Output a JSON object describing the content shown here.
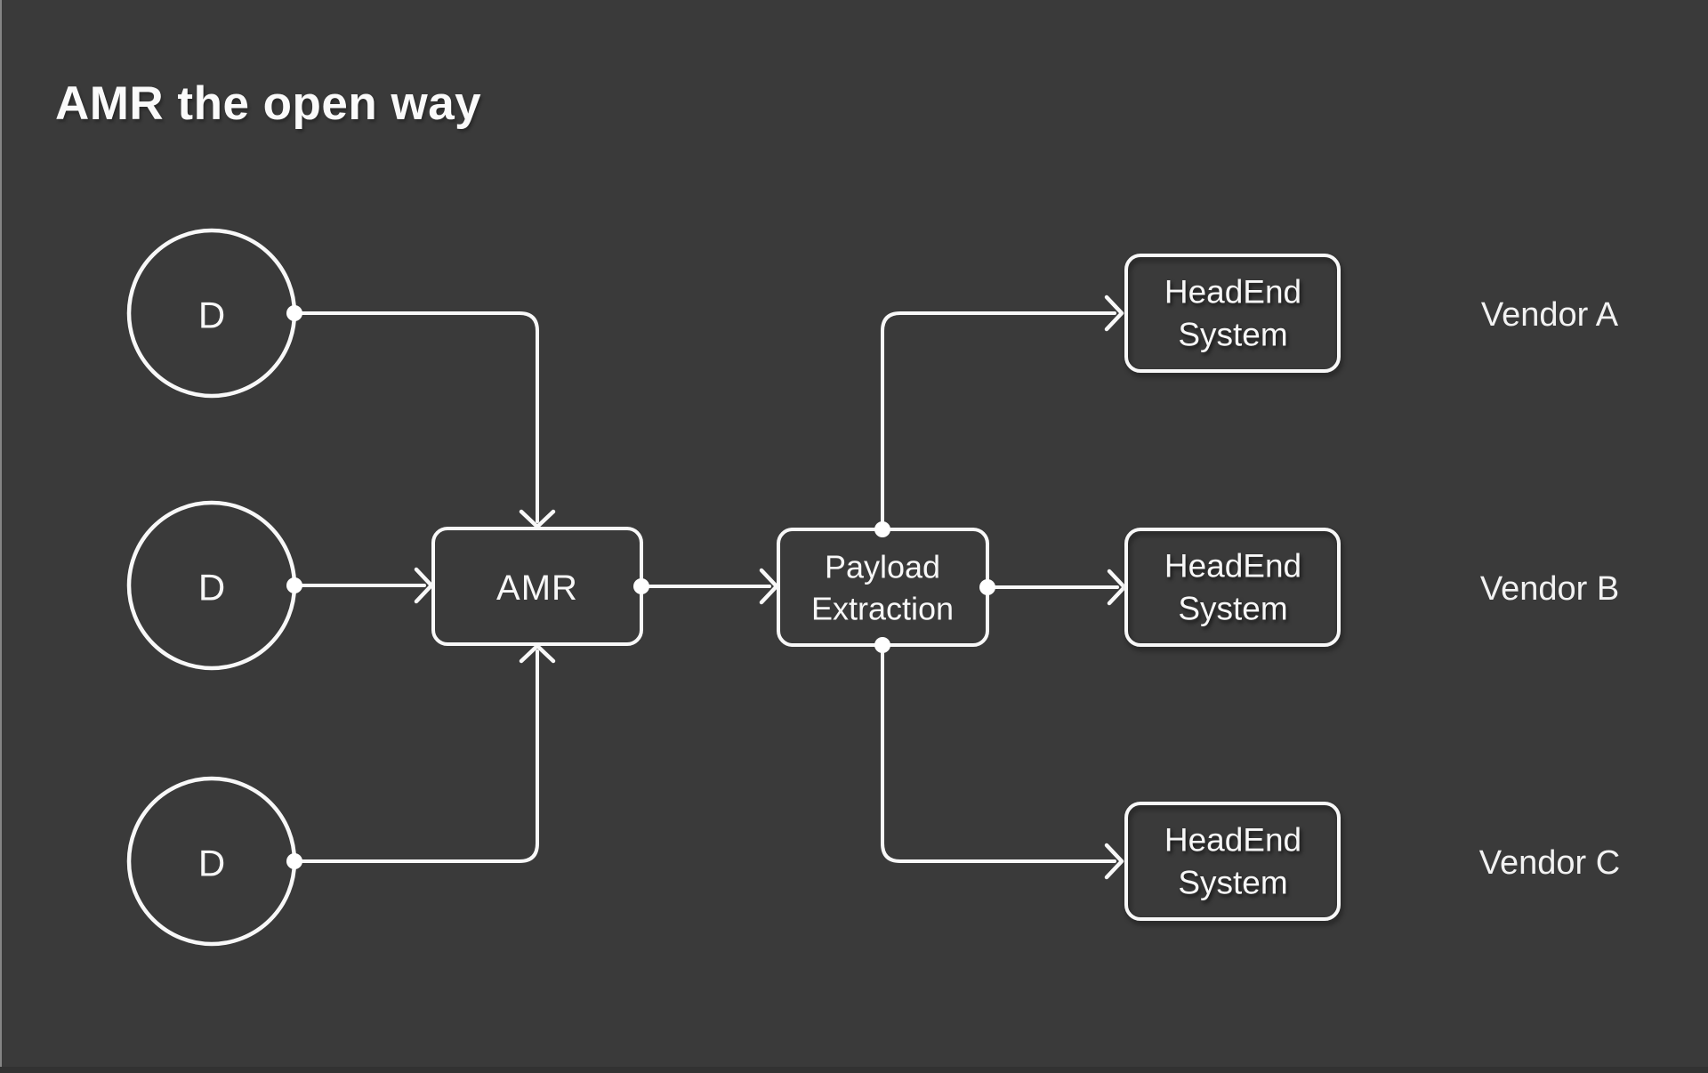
{
  "title": "AMR the open way",
  "colors": {
    "background": "#3a3a3a",
    "line": "#f8f8f8",
    "text": "#fafafa"
  },
  "diagram": {
    "devices": [
      {
        "label": "D"
      },
      {
        "label": "D"
      },
      {
        "label": "D"
      }
    ],
    "amr": {
      "label": "AMR"
    },
    "payload_extraction": {
      "label": "Payload Extraction",
      "lines": [
        "Payload",
        "Extraction"
      ]
    },
    "headends": [
      {
        "label": "HeadEnd System",
        "lines": [
          "HeadEnd",
          "System"
        ],
        "vendor": "Vendor A"
      },
      {
        "label": "HeadEnd System",
        "lines": [
          "HeadEnd",
          "System"
        ],
        "vendor": "Vendor B"
      },
      {
        "label": "HeadEnd System",
        "lines": [
          "HeadEnd",
          "System"
        ],
        "vendor": "Vendor C"
      }
    ],
    "connections": [
      "D (top) -> AMR",
      "D (middle) -> AMR",
      "D (bottom) -> AMR",
      "AMR -> Payload Extraction",
      "Payload Extraction -> HeadEnd System (Vendor A)",
      "Payload Extraction -> HeadEnd System (Vendor B)",
      "Payload Extraction -> HeadEnd System (Vendor C)"
    ]
  }
}
